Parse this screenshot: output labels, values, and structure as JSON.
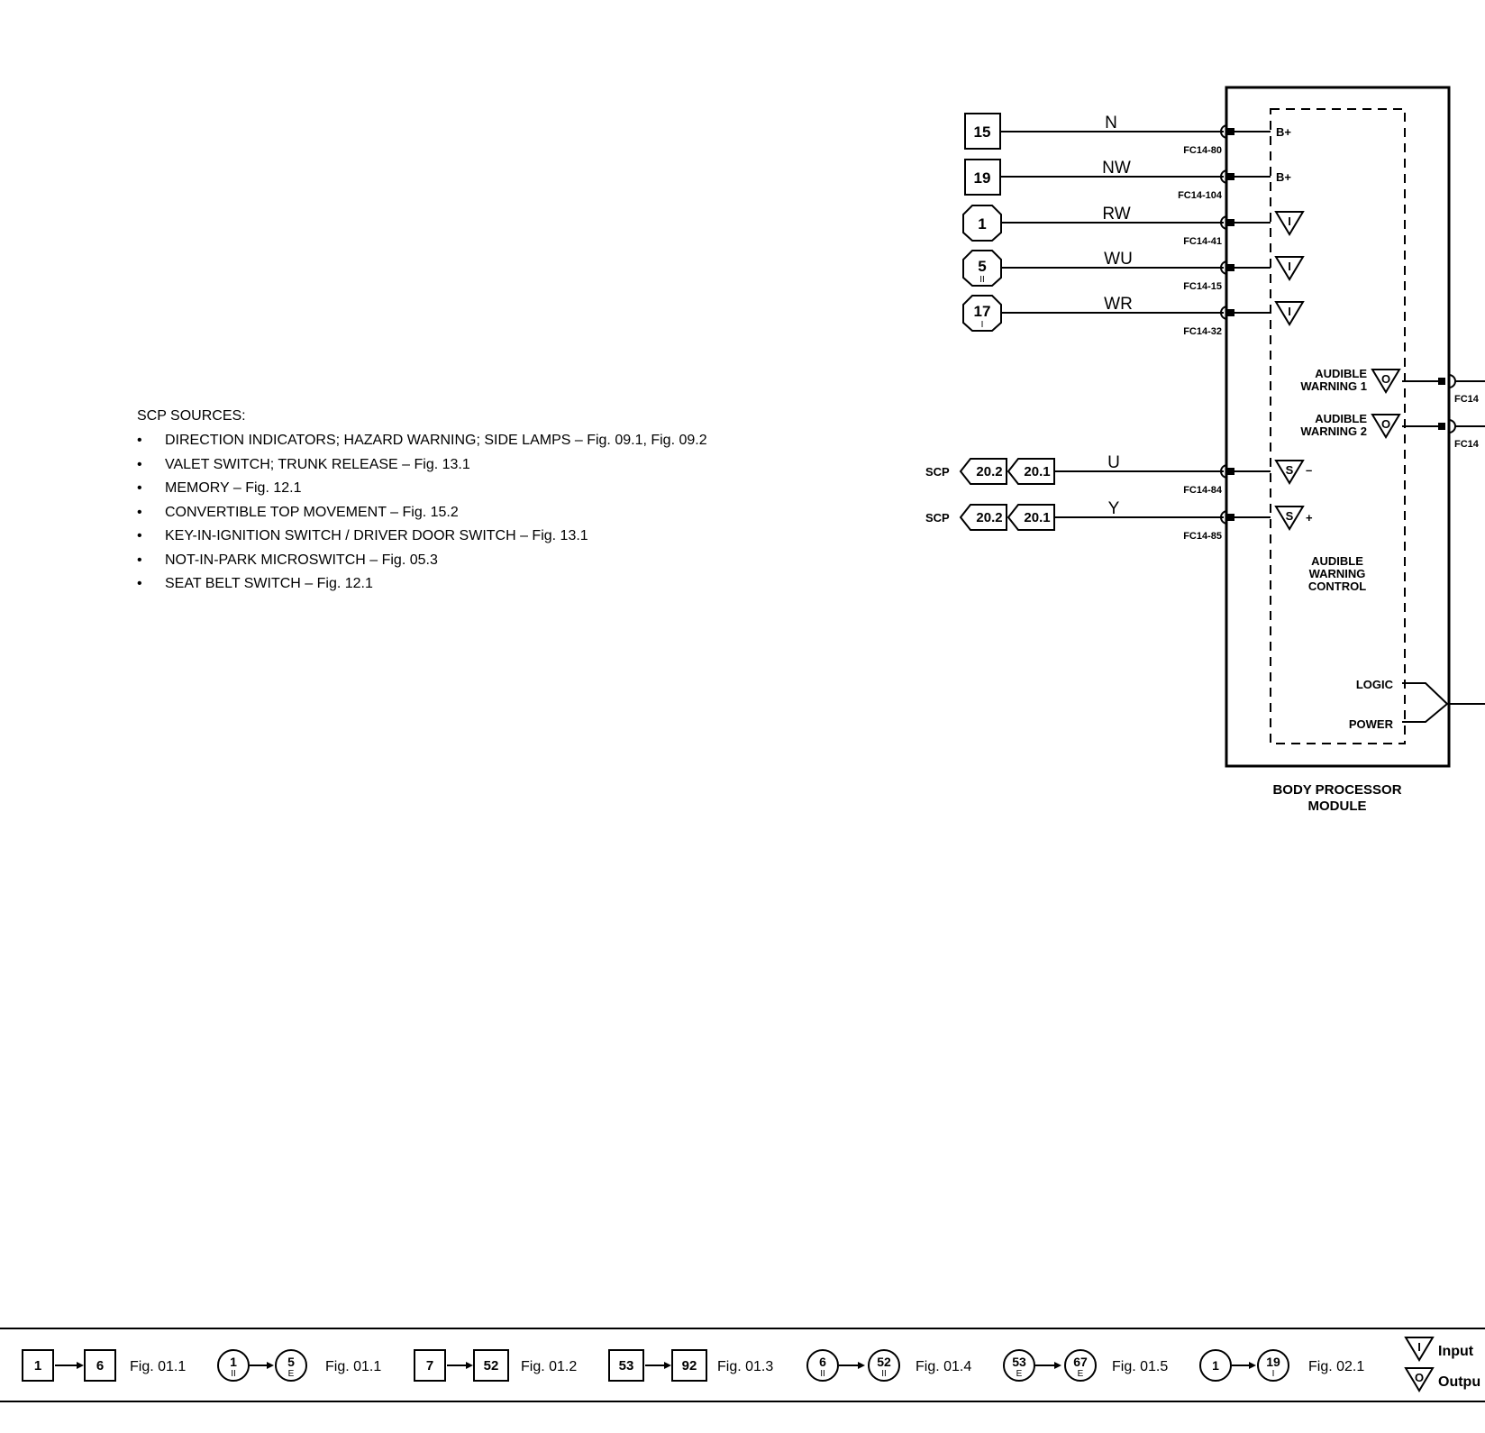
{
  "module": {
    "title_line1": "BODY PROCESSOR",
    "title_line2": "MODULE",
    "control_line1": "AUDIBLE",
    "control_line2": "WARNING",
    "control_line3": "CONTROL",
    "logic_label": "LOGIC",
    "power_label": "POWER"
  },
  "inputs": [
    {
      "ref": "15",
      "shape": "square",
      "sub": "",
      "wire": "N",
      "pin": "FC14-80",
      "module_label": "B+"
    },
    {
      "ref": "19",
      "shape": "square",
      "sub": "",
      "wire": "NW",
      "pin": "FC14-104",
      "module_label": "B+"
    },
    {
      "ref": "1",
      "shape": "octagon",
      "sub": "",
      "wire": "RW",
      "pin": "FC14-41",
      "module_label": "I"
    },
    {
      "ref": "5",
      "shape": "octagon",
      "sub": "II",
      "wire": "WU",
      "pin": "FC14-15",
      "module_label": "I"
    },
    {
      "ref": "17",
      "shape": "octagon",
      "sub": "I",
      "wire": "WR",
      "pin": "FC14-32",
      "module_label": "I"
    }
  ],
  "outputs": [
    {
      "line1": "AUDIBLE",
      "line2": "WARNING 1",
      "symbol": "O",
      "pin": "FC14"
    },
    {
      "line1": "AUDIBLE",
      "line2": "WARNING 2",
      "symbol": "O",
      "pin": "FC14"
    }
  ],
  "scp_lines": [
    {
      "label": "SCP",
      "ref_a": "20.2",
      "ref_b": "20.1",
      "wire": "U",
      "pin": "FC14-84",
      "symbol": "S",
      "sign": "–"
    },
    {
      "label": "SCP",
      "ref_a": "20.2",
      "ref_b": "20.1",
      "wire": "Y",
      "pin": "FC14-85",
      "symbol": "S",
      "sign": "+"
    }
  ],
  "notes": {
    "heading": "SCP SOURCES:",
    "items": [
      "DIRECTION INDICATORS; HAZARD WARNING; SIDE LAMPS – Fig. 09.1, Fig. 09.2",
      "VALET SWITCH; TRUNK RELEASE – Fig. 13.1",
      "MEMORY – Fig. 12.1",
      "CONVERTIBLE TOP MOVEMENT – Fig. 15.2",
      "KEY-IN-IGNITION SWITCH / DRIVER DOOR SWITCH – Fig. 13.1",
      "NOT-IN-PARK MICROSWITCH – Fig. 05.3",
      "SEAT BELT SWITCH – Fig. 12.1"
    ]
  },
  "legend": {
    "entries": [
      {
        "from": "1",
        "from_sub": "",
        "to": "6",
        "to_sub": "",
        "shape": "square",
        "fig": "Fig. 01.1"
      },
      {
        "from": "1",
        "from_sub": "II",
        "to": "5",
        "to_sub": "E",
        "shape": "circle",
        "fig": "Fig. 01.1"
      },
      {
        "from": "7",
        "from_sub": "",
        "to": "52",
        "to_sub": "",
        "shape": "square",
        "fig": "Fig. 01.2"
      },
      {
        "from": "53",
        "from_sub": "",
        "to": "92",
        "to_sub": "",
        "shape": "square",
        "fig": "Fig. 01.3"
      },
      {
        "from": "6",
        "from_sub": "II",
        "to": "52",
        "to_sub": "II",
        "shape": "circle",
        "fig": "Fig. 01.4"
      },
      {
        "from": "53",
        "from_sub": "E",
        "to": "67",
        "to_sub": "E",
        "shape": "circle",
        "fig": "Fig. 01.5"
      },
      {
        "from": "1",
        "from_sub": "",
        "to": "19",
        "to_sub": "I",
        "shape": "circle",
        "fig": "Fig. 02.1"
      }
    ],
    "input_label": "Input",
    "output_label": "Outpu",
    "input_symbol": "I",
    "output_symbol": "O"
  }
}
